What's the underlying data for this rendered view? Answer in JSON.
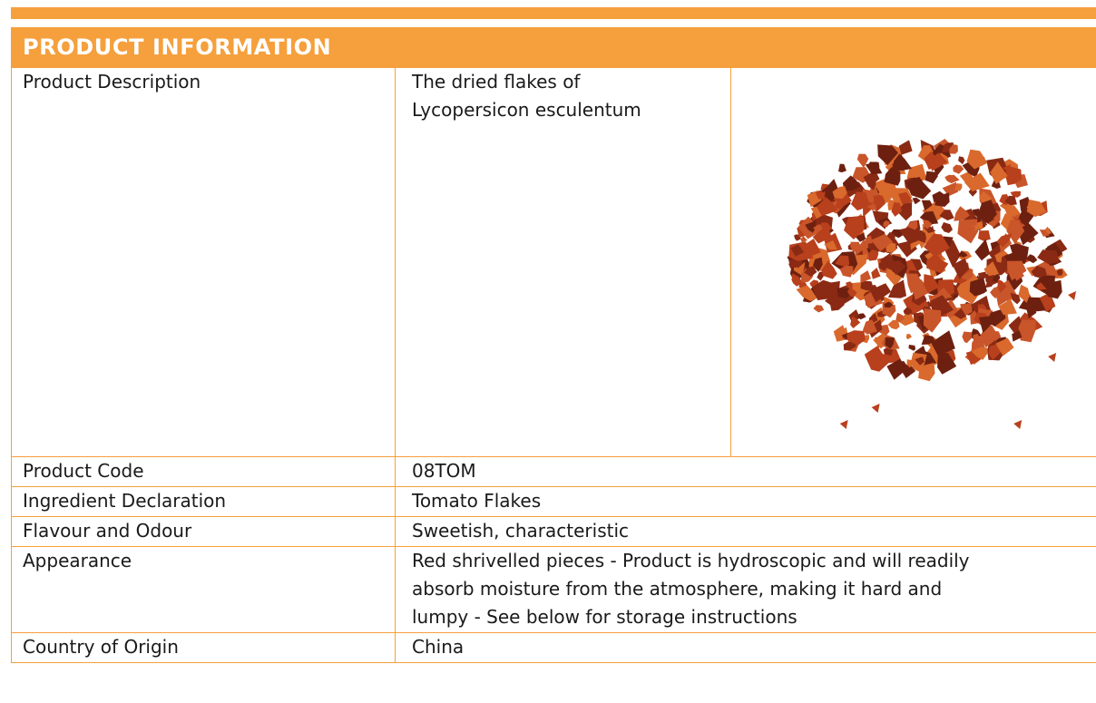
{
  "header": {
    "title": "PRODUCT INFORMATION"
  },
  "description": {
    "label": "Product Description",
    "value_line1": "The dried flakes of",
    "value_line2": "Lycopersicon esculentum"
  },
  "rows": [
    {
      "label": "Product Code",
      "value": "08TOM"
    },
    {
      "label": "Ingredient Declaration",
      "value": "Tomato Flakes"
    },
    {
      "label": "Flavour and Odour",
      "value": "Sweetish, characteristic"
    }
  ],
  "appearance": {
    "label": "Appearance",
    "line1": "Red shrivelled pieces - Product is hydroscopic and will readily",
    "line2": "absorb moisture from the atmosphere, making it hard and",
    "line3": "lumpy - See below for storage instructions"
  },
  "origin": {
    "label": "Country of Origin",
    "value": "China"
  },
  "colors": {
    "accent": "#f5a03c",
    "flake_dark": "#8a2a14",
    "flake_mid": "#b8401c",
    "flake_light": "#d9692c"
  }
}
